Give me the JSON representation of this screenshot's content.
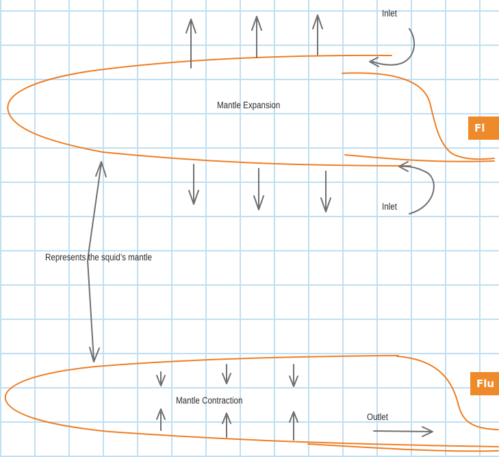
{
  "labels": {
    "inlet_top": "Inlet",
    "inlet_bottom": "Inlet",
    "mantle_expansion": "Mantle Expansion",
    "mantle_contraction": "Mantle Contraction",
    "mantle_note": "Represents the squid’s mantle",
    "outlet": "Outlet"
  },
  "tags": {
    "top": "Fl",
    "bottom": "Flu"
  },
  "colors": {
    "mantle": "#ef7d22",
    "arrows": "#6f6f6f",
    "grid": "#bfdff2",
    "tag": "#ef8a2a"
  }
}
